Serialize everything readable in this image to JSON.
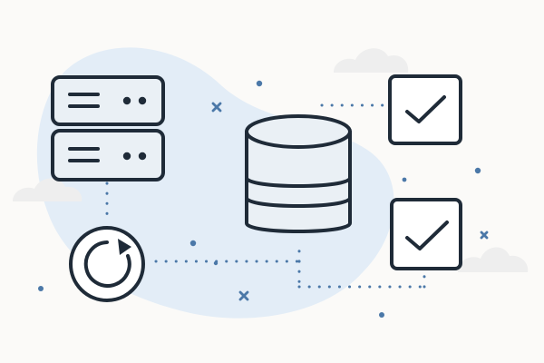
{
  "palette": {
    "background": "#fbfaf8",
    "blob": "#e3edf7",
    "cloud": "#eeeeee",
    "stroke": "#1f2b38",
    "accent": "#4b78a8",
    "fill": "#eaf0f5"
  },
  "diagram": {
    "nodes": [
      {
        "name": "server-rack-icon",
        "role": "source"
      },
      {
        "name": "refresh-icon",
        "role": "process"
      },
      {
        "name": "database-icon",
        "role": "storage"
      },
      {
        "name": "checkbox-checked-icon-top",
        "role": "result"
      },
      {
        "name": "checkbox-checked-icon-bottom",
        "role": "result"
      }
    ],
    "connections": [
      {
        "from": "server-rack-icon",
        "to": "refresh-icon",
        "style": "dotted"
      },
      {
        "from": "refresh-icon",
        "to": "database-icon",
        "style": "dotted"
      },
      {
        "from": "database-icon",
        "to": "checkbox-checked-icon-top",
        "style": "dotted"
      },
      {
        "from": "database-icon",
        "to": "checkbox-checked-icon-bottom",
        "style": "dotted"
      }
    ]
  }
}
